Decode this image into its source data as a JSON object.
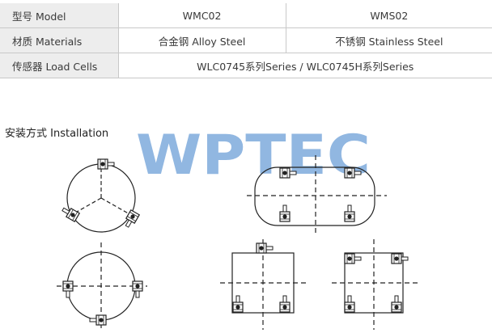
{
  "table": {
    "rows": [
      {
        "label": "型号 Model",
        "cells": [
          "WMC02",
          "WMS02"
        ]
      },
      {
        "label": "材质 Materials",
        "cells": [
          "合金钢 Alloy Steel",
          "不锈钢 Stainless Steel"
        ]
      },
      {
        "label": "传感器 Load Cells",
        "cells": [
          "WLC0745系列Series / WLC0745H系列Series"
        ]
      }
    ]
  },
  "section": {
    "title": "安装方式 Installation"
  },
  "watermark": {
    "text": "WPTEC",
    "color": "#6d9fd8"
  },
  "colors": {
    "table_label_bg": "#ededed",
    "line": "#222222"
  }
}
